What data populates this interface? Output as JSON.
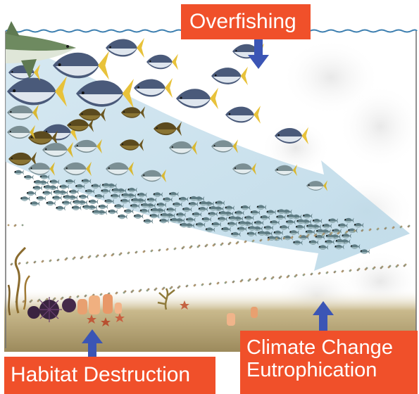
{
  "labels": {
    "overfishing": "Overfishing",
    "habitat_destruction": "Habitat Destruction",
    "climate_change": "Climate Change",
    "eutrophication": "Eutrophication"
  },
  "colors": {
    "label_background": "#f0502a",
    "label_text": "#ffffff",
    "pointer_arrow": "#3b55b5",
    "trend_arrow": "#bfdce9",
    "seafloor": "#9c8a5c",
    "water_line": "#3d7fb0"
  },
  "icons": [
    "shark",
    "tuna",
    "yellowtail",
    "grouper",
    "small-fish",
    "plankton",
    "sea-urchin",
    "starfish",
    "sponge",
    "kelp"
  ]
}
